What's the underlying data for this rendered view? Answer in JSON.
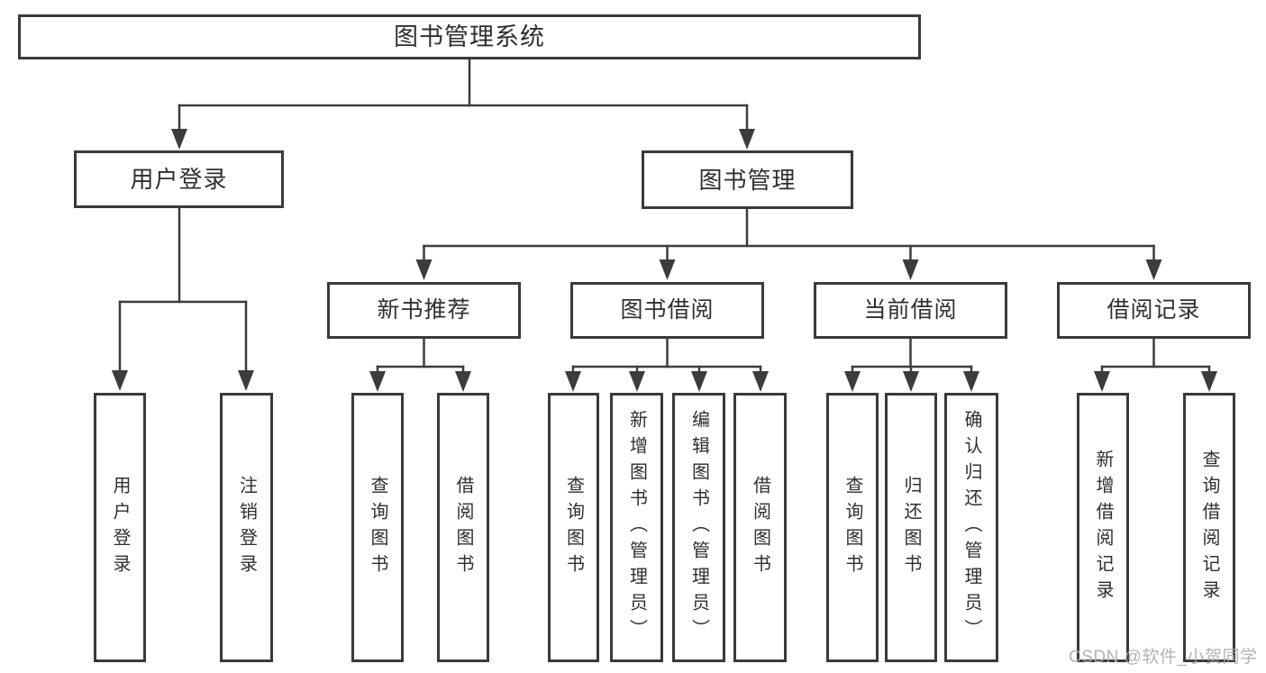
{
  "page": {
    "background": "#ffffff"
  },
  "colors": {
    "line": "#3c3c3c",
    "box_border": "#3a3a3a",
    "text": "#2f2f2f",
    "watermark": "#adadad"
  },
  "tree": {
    "root": {
      "label": "图书管理系统"
    },
    "branches": [
      {
        "label": "用户登录",
        "children": [
          {
            "label": "用户登录"
          },
          {
            "label": "注销登录"
          }
        ]
      },
      {
        "label": "图书管理",
        "children": [
          {
            "label": "新书推荐",
            "children": [
              {
                "label": "查询图书"
              },
              {
                "label": "借阅图书"
              }
            ]
          },
          {
            "label": "图书借阅",
            "children": [
              {
                "label": "查询图书"
              },
              {
                "label": "新增图书（管理员）"
              },
              {
                "label": "编辑图书（管理员）"
              },
              {
                "label": "借阅图书"
              }
            ]
          },
          {
            "label": "当前借阅",
            "children": [
              {
                "label": "查询图书"
              },
              {
                "label": "归还图书"
              },
              {
                "label": "确认归还（管理员）"
              }
            ]
          },
          {
            "label": "借阅记录",
            "children": [
              {
                "label": "新增借阅记录"
              },
              {
                "label": "查询借阅记录"
              }
            ]
          }
        ]
      }
    ]
  },
  "watermark": {
    "text": "CSDN @软件_小贺同学"
  }
}
